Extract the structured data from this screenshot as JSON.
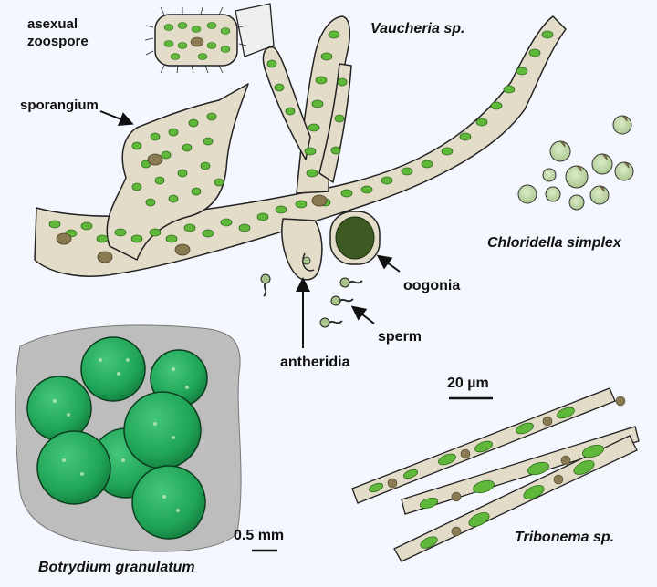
{
  "labels": {
    "asexual_zoospore": [
      "asexual",
      "zoospore"
    ],
    "sporangium": "sporangium",
    "vaucheria": "Vaucheria sp.",
    "chloridella": "Chloridella simplex",
    "oogonia": "oogonia",
    "sperm": "sperm",
    "antheridia": "antheridia",
    "botrydium": "Botrydium granulatum",
    "tribonema": "Tribonema sp."
  },
  "scale_bars": {
    "micro": "20 µm",
    "macro": "0.5 mm"
  },
  "colors": {
    "background": "#f4f7fd",
    "cell_wall": "#e2dcc9",
    "chloroplast": "#5fb83a",
    "oogonium": "#3d5a22",
    "nucleus": "#8a7a52",
    "botrydium_vesicle": "#1fa356",
    "soil": "#bdbdbd",
    "ink": "#111111"
  }
}
